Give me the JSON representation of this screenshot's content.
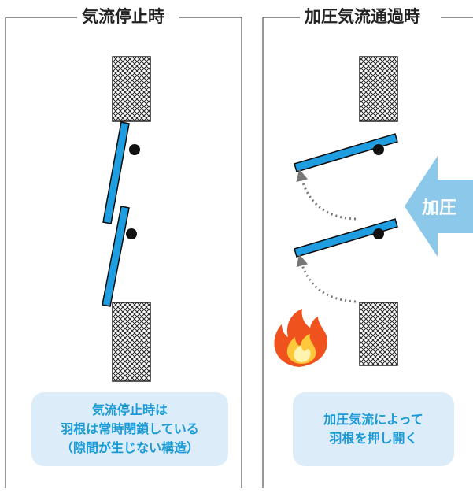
{
  "left_panel": {
    "title": "気流停止時",
    "caption": [
      "気流停止時は",
      "羽根は常時閉鎖している",
      "（隙間が生じない構造）"
    ]
  },
  "right_panel": {
    "title": "加圧気流通過時",
    "caption": [
      "加圧気流によって",
      "羽根を押し開く"
    ],
    "pressure_label": "加圧"
  },
  "icons": [
    "fire-icon",
    "pressure-arrow-icon",
    "airflow-arrow-icon"
  ],
  "colors": {
    "blade": "#1e9ee0",
    "caption_bg": "#dcecf8",
    "caption_text": "#1a9ad6",
    "arrow": "#8cc8ea",
    "frame_line": "#555555"
  }
}
